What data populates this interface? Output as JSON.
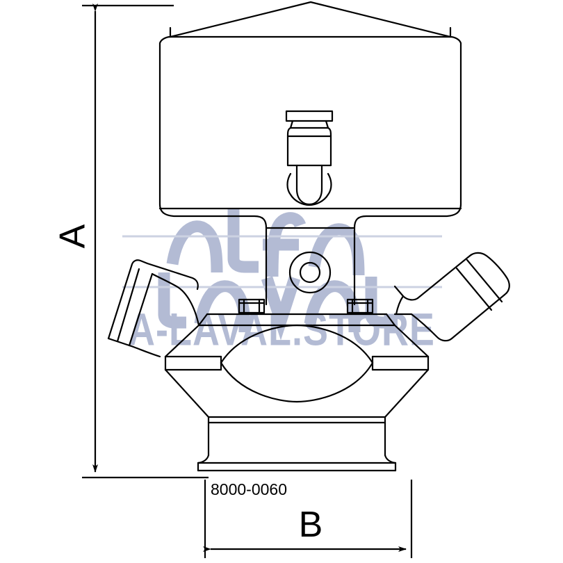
{
  "drawing": {
    "part_number": "8000-0060",
    "dimension_labels": {
      "height": "A",
      "width": "B"
    },
    "colors": {
      "line": "#000000",
      "watermark": "#b3bbd4",
      "watermark_light": "#c6cce0",
      "background": "#ffffff"
    },
    "components": {
      "actuator": "pneumatic-actuator-body",
      "actuator_cap": "actuator-top-cap",
      "air_port": "actuator-air-port-fitting",
      "yoke": "valve-yoke",
      "clamp_ring": "clamp-ring",
      "clamp_nut_left": "clamp-hex-nut-left",
      "clamp_nut_right": "clamp-hex-nut-right",
      "indicator": "position-indicator-ring",
      "body": "valve-body",
      "plug": "valve-plug-lens",
      "port_left": "left-angled-clamp-ferrule-port",
      "port_right": "right-angled-weld-ferrule-port",
      "outlet": "bottom-outlet-clamp-ferrule"
    }
  },
  "watermark": {
    "logo_line1": "ALFA",
    "logo_line2": "LAVAL",
    "site": "A-LAVAL.STORE"
  }
}
